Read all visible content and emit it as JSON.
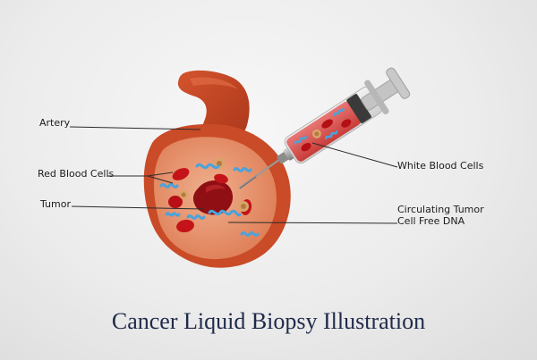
{
  "title": "Cancer Liquid Biopsy Illustration",
  "labels": {
    "artery": "Artery",
    "red_blood_cells": "Red Blood Cells",
    "tumor": "Tumor",
    "white_blood_cells": "White Blood Cells",
    "ctdna_line1": "Circulating Tumor",
    "ctdna_line2": "Cell Free DNA"
  },
  "colors": {
    "tissue": "#e4754f",
    "tissue_inner": "#e8a07c",
    "artery_outer": "#c2431f",
    "red_blood_cell": "#c4141a",
    "tumor": "#8f0f14",
    "dna": "#4aa3db",
    "syringe_blood": "#d9524f",
    "title_text": "#1f2a4a"
  }
}
